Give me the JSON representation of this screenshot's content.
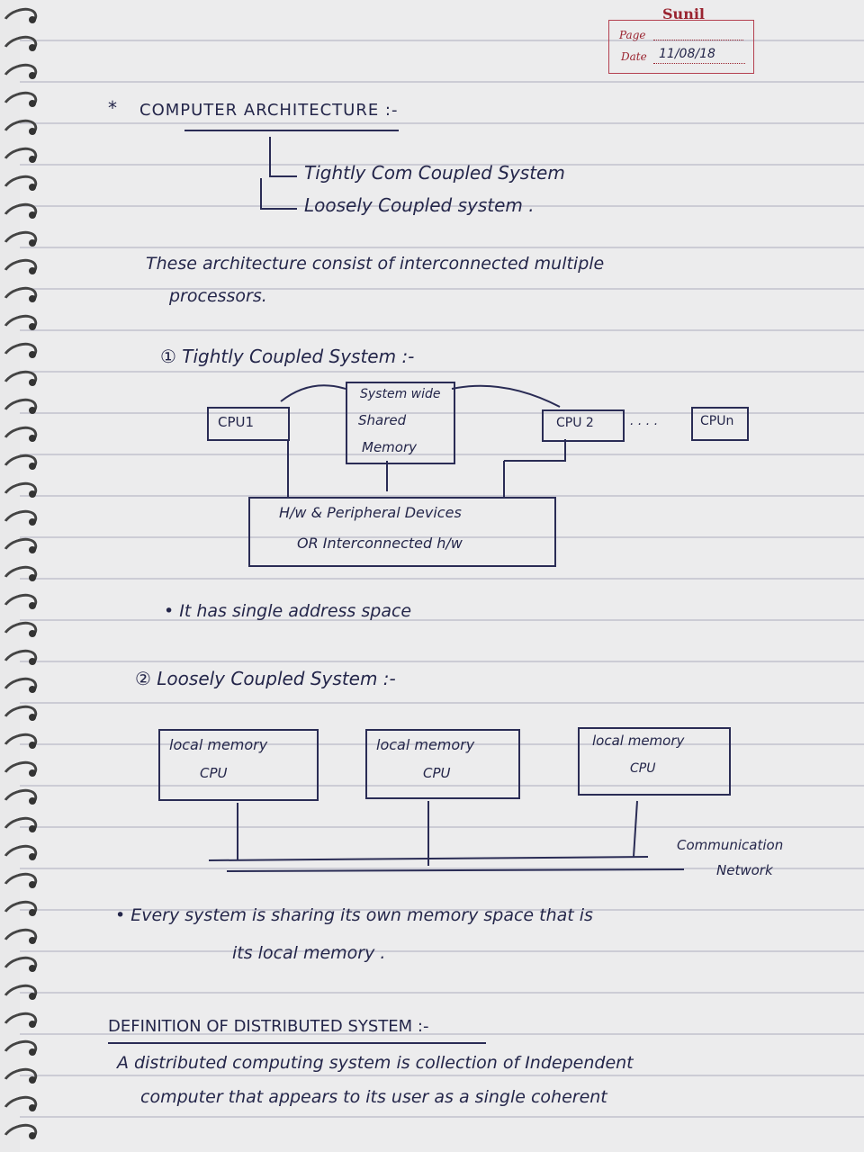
{
  "header": {
    "brand": "Sunil",
    "page_label": "Page",
    "date_label": "Date",
    "date_value": "11/08/18"
  },
  "title": {
    "bullet": "*",
    "text": "COMPUTER ARCHITECTURE :-",
    "types": [
      "Tightly Com Coupled System",
      "Loosely Coupled system ."
    ]
  },
  "intro": {
    "line1": "These architecture consist of interconnected multiple",
    "line2": "processors."
  },
  "section1": {
    "heading": "① Tightly Coupled System :-",
    "boxes": {
      "cpu1": "CPU1",
      "shared_memory": [
        "System wide",
        "Shared",
        "Memory"
      ],
      "cpu2": "CPU 2",
      "dots": ". . . .",
      "cpun": "CPUn"
    },
    "device_box": [
      "H/w & Peripheral Devices",
      "OR Interconnected h/w"
    ],
    "note": "• It has single address space"
  },
  "section2": {
    "heading": "② Loosely Coupled System :-",
    "nodes": [
      {
        "memory": "local memory",
        "cpu": "CPU"
      },
      {
        "memory": "local memory",
        "cpu": "CPU"
      },
      {
        "memory": "local memory",
        "cpu": "CPU"
      }
    ],
    "network_label": [
      "Communication",
      "Network"
    ],
    "note_line1": "• Every system is sharing its own memory space that is",
    "note_line2": "its local memory ."
  },
  "definition": {
    "heading": "DEFINITION OF DISTRIBUTED SYSTEM :-",
    "line1": "A distributed computing system is collection of Independent",
    "line2": "computer that appears to its user as a single coherent"
  }
}
